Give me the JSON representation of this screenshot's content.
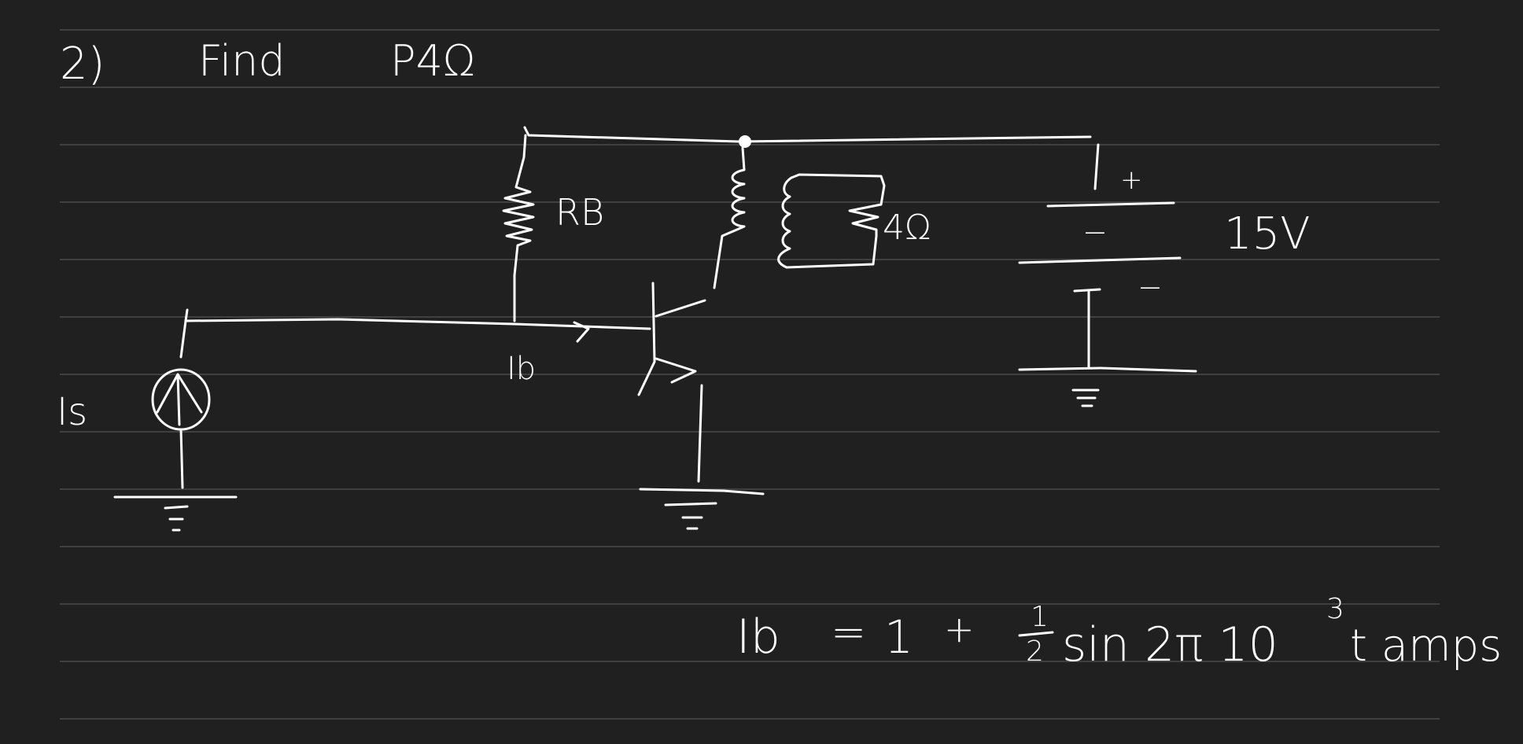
{
  "problem": {
    "number": "2)",
    "instruction": "Find",
    "target": "P4Ω"
  },
  "labels": {
    "rb": "RB",
    "resistor_load": "4Ω",
    "supply_voltage": "15V",
    "supply_plus": "+",
    "supply_minus_top": "−",
    "supply_minus_bottom": "−",
    "source_current": "Is",
    "base_current": "Ib"
  },
  "equation": {
    "lhs": "Ib",
    "equals": "=",
    "term1": "1",
    "plus": "+",
    "frac_num": "1",
    "frac_den": "2",
    "term2": "sin 2π 10",
    "exponent": "3",
    "tail": "t amps"
  },
  "colors": {
    "background": "#202020",
    "ink": "#ffffff",
    "ruled_lines": "#4a4a4a"
  }
}
